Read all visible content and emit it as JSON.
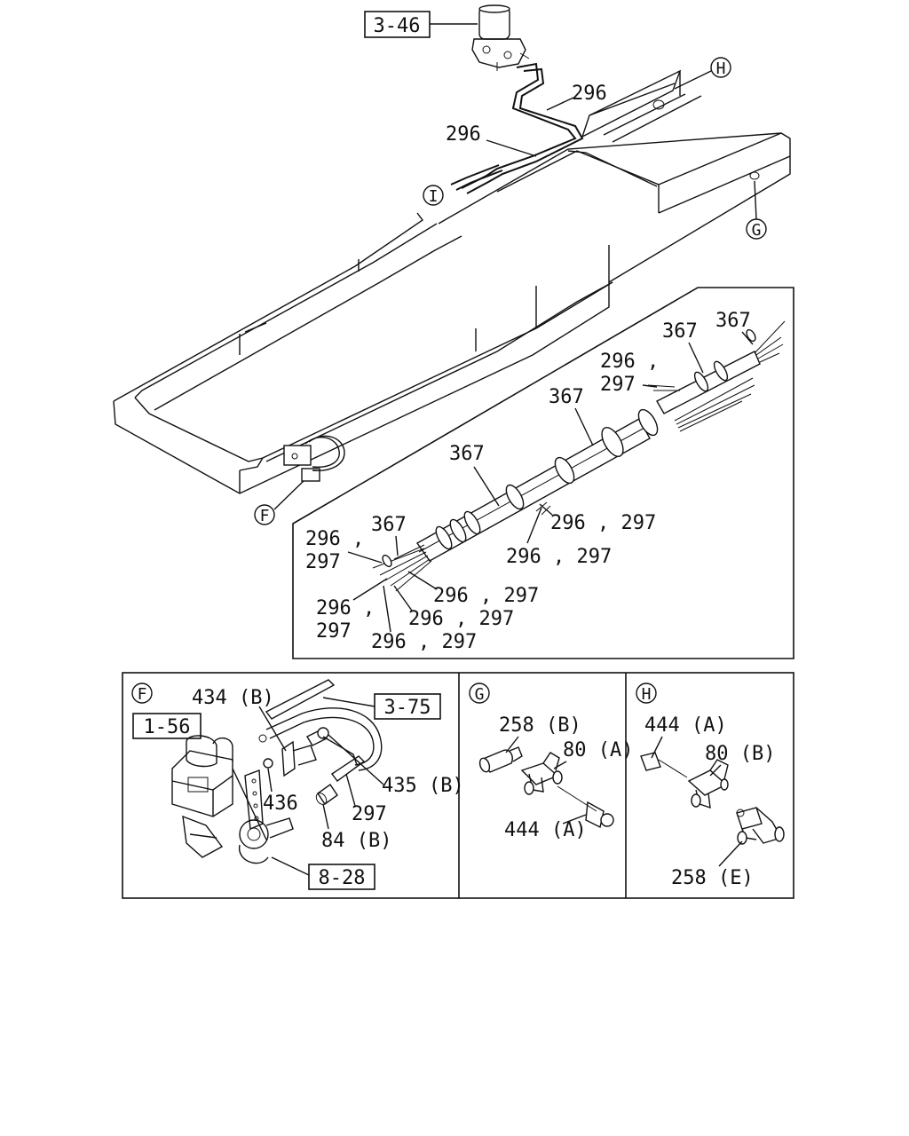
{
  "ref_boxes": {
    "top": "3-46",
    "f_left": "1-56",
    "f_right": "3-75",
    "f_bottom": "8-28"
  },
  "letters": {
    "h": "H",
    "i": "I",
    "g": "G",
    "f": "F"
  },
  "main": {
    "label_296_upper": "296",
    "label_296_lower": "296"
  },
  "detail_harness": {
    "l367_tr2": "367",
    "l367_tr1": "367",
    "l296_297_a1": "296 ,",
    "l296_297_a2": "297",
    "l367_mid": "367",
    "l367_center": "367",
    "l296_297_b": "296 , 297",
    "l296_297_c": "296 , 297",
    "l296_297_d1": "296 ,",
    "l296_297_d2": "297",
    "l367_left": "367",
    "l296_297_e": "296 , 297",
    "l296_297_f1": "296 ,",
    "l296_297_f2": "297",
    "l296_297_g": "296 , 297",
    "l296_297_h": "296 , 297"
  },
  "panel_f": {
    "letter": "F",
    "l434b": "434 (B)",
    "l436": "436",
    "l435b": "435 (B)",
    "l297": "297",
    "l84b": "84 (B)"
  },
  "panel_g": {
    "letter": "G",
    "l258b": "258 (B)",
    "l80a": "80 (A)",
    "l444a": "444 (A)"
  },
  "panel_h": {
    "letter": "H",
    "l444a": "444 (A)",
    "l80b": "80 (B)",
    "l258e": "258 (E)"
  }
}
